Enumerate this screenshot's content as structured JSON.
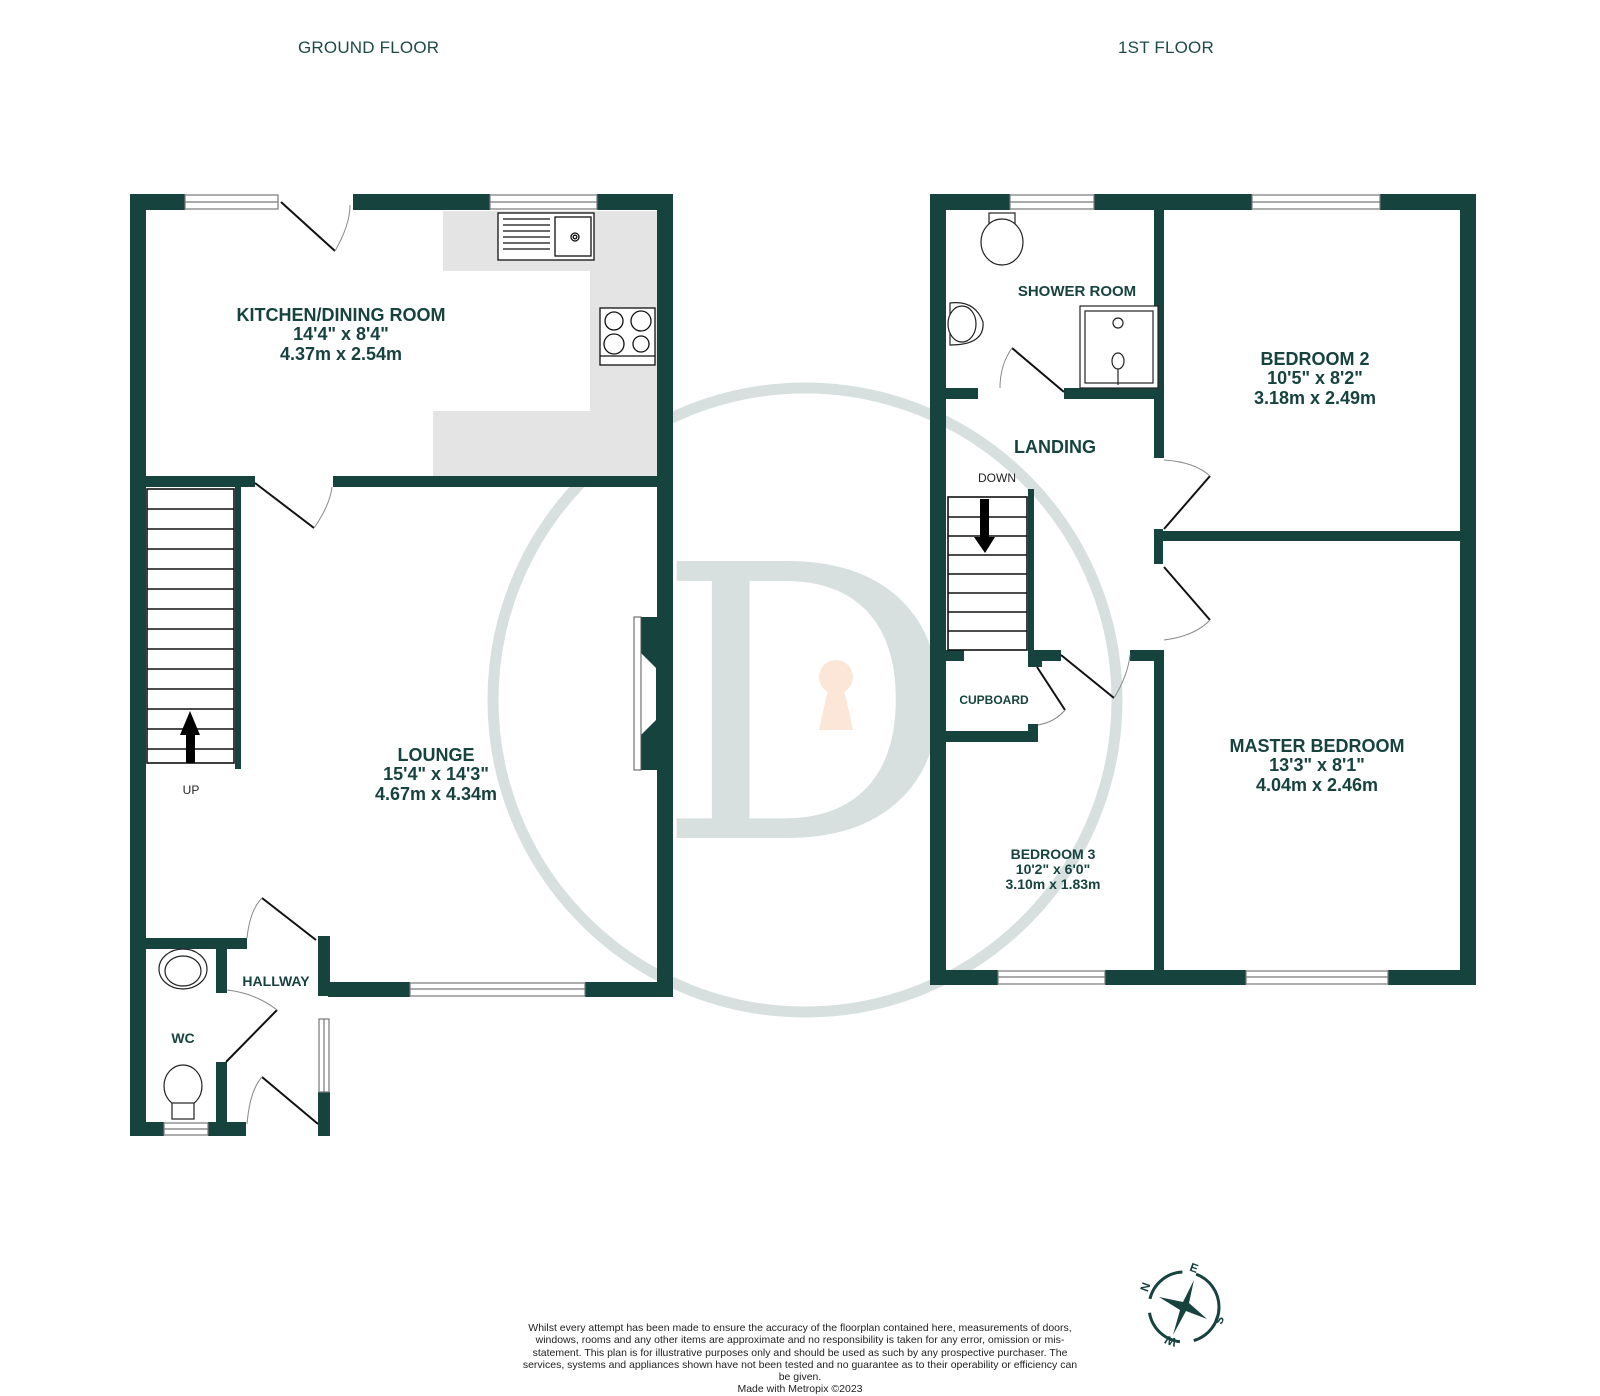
{
  "floors": {
    "ground": {
      "title": "GROUND FLOOR"
    },
    "first": {
      "title": "1ST FLOOR"
    }
  },
  "rooms": {
    "kitchen": {
      "name": "KITCHEN/DINING ROOM",
      "imperial": "14'4\"  x 8'4\"",
      "metric": "4.37m  x 2.54m"
    },
    "lounge": {
      "name": "LOUNGE",
      "imperial": "15'4\"  x 14'3\"",
      "metric": "4.67m  x 4.34m"
    },
    "hallway": {
      "name": "HALLWAY"
    },
    "wc": {
      "name": "WC"
    },
    "shower_room": {
      "name": "SHOWER ROOM"
    },
    "landing": {
      "name": "LANDING"
    },
    "cupboard": {
      "name": "CUPBOARD"
    },
    "bedroom2": {
      "name": "BEDROOM 2",
      "imperial": "10'5\"  x 8'2\"",
      "metric": "3.18m  x 2.49m"
    },
    "master_bedroom": {
      "name": "MASTER BEDROOM",
      "imperial": "13'3\"  x 8'1\"",
      "metric": "4.04m  x 2.46m"
    },
    "bedroom3": {
      "name": "BEDROOM 3",
      "imperial": "10'2\"  x 6'0\"",
      "metric": "3.10m  x 1.83m"
    }
  },
  "stairs": {
    "ground_label": "UP",
    "first_label": "DOWN"
  },
  "compass": {
    "n": "N",
    "e": "E",
    "s": "S",
    "w": "W"
  },
  "watermark": {
    "letter": "D"
  },
  "disclaimer": {
    "text": "Whilst every attempt has been made to ensure the accuracy of the floorplan contained here, measurements of doors, windows, rooms and any other items are approximate and no responsibility is taken for any error, omission or mis-statement. This plan is for illustrative purposes only and should be used as such by any prospective purchaser. The services, systems and appliances shown have not been tested and no guarantee as to their operability or efficiency can be given.",
    "credit": "Made with Metropix ©2023"
  },
  "colors": {
    "wall": "#17433f",
    "label": "#17433f",
    "kitchen_counter": "#e4e4e4",
    "watermark": "#d7e0df",
    "keyhole": "#fbe6d8"
  }
}
